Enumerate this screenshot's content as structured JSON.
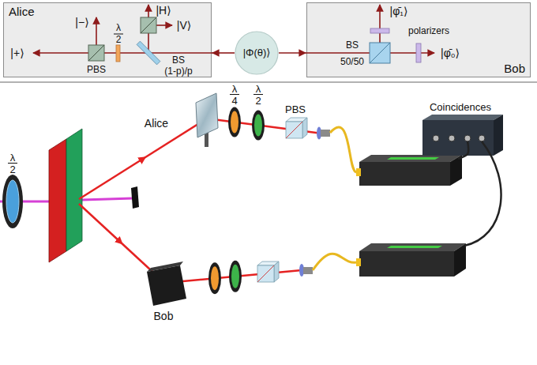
{
  "diagram": {
    "nodes": [
      {
        "text": [
          "Alice"
        ]
      },
      {
        "text": [
          "|Φ(θ)⟩"
        ]
      },
      {
        "text": [
          "Bob"
        ]
      }
    ],
    "edges": [
      {
        "from": 1,
        "to": 0,
        "arrow": "to"
      },
      {
        "from": 1,
        "to": 2,
        "arrow": "to"
      }
    ],
    "labels": [
      "|+⟩",
      "PBS",
      "λ",
      "2",
      "|−⟩",
      "|H⟩",
      "|V⟩",
      "BS",
      "(1-p)/p",
      "|φ̄₁⟩",
      "BS",
      "50/50",
      "polarizers",
      "|φ̄₀⟩",
      "λ",
      "2",
      "Alice",
      "λ",
      "4",
      "λ",
      "2",
      "PBS",
      "Coincidences",
      "Bob"
    ]
  }
}
